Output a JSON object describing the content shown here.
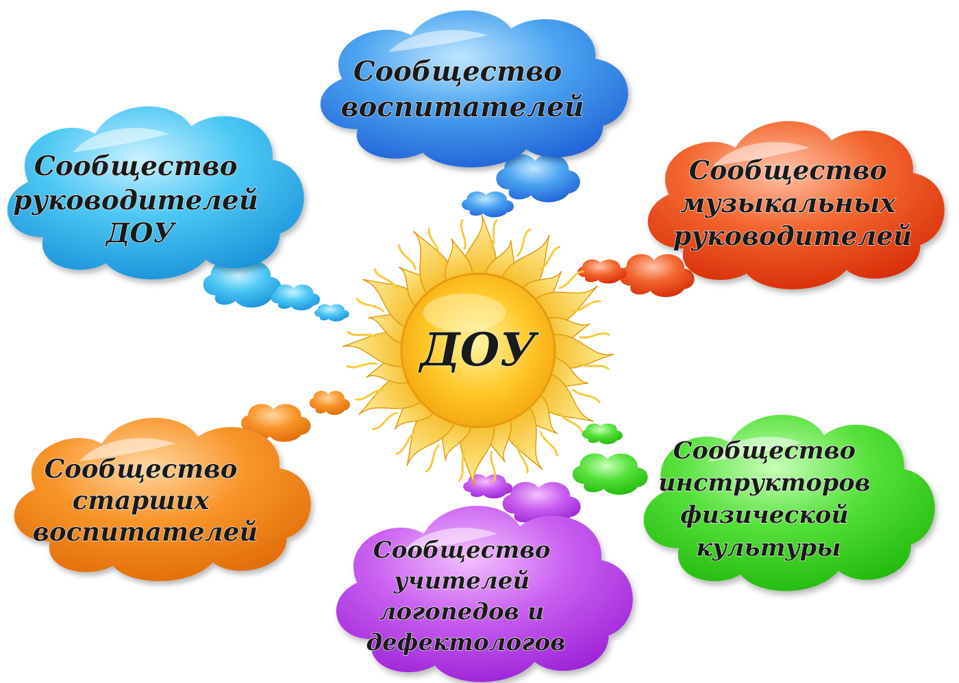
{
  "center": {
    "label": "ДОУ"
  },
  "clouds": [
    {
      "id": "teachers",
      "lines": [
        "Сообщество",
        "воспитателей"
      ],
      "color": "blue"
    },
    {
      "id": "heads",
      "lines": [
        "Сообщество",
        "руководителей",
        "ДОУ"
      ],
      "color": "cyan"
    },
    {
      "id": "music",
      "lines": [
        "Сообщество",
        "музыкальных",
        "руководителей"
      ],
      "color": "red"
    },
    {
      "id": "senior",
      "lines": [
        "Сообщество",
        "старших",
        "воспитателей"
      ],
      "color": "orange"
    },
    {
      "id": "speech",
      "lines": [
        "Сообщество",
        "учителей",
        "логопедов и",
        "дефектологов"
      ],
      "color": "purple"
    },
    {
      "id": "pe",
      "lines": [
        "Сообщество",
        "инструкторов",
        "физической",
        "культуры"
      ],
      "color": "green"
    }
  ],
  "palette": {
    "blue": {
      "light": "#bfe6ff",
      "mid": "#4aa3f0",
      "dark": "#1f5fd6"
    },
    "cyan": {
      "light": "#c9f1ff",
      "mid": "#4cc7f4",
      "dark": "#1a8fd8"
    },
    "red": {
      "light": "#ffc3a8",
      "mid": "#f3652e",
      "dark": "#d62a06"
    },
    "orange": {
      "light": "#ffd6a0",
      "mid": "#f8952a",
      "dark": "#e06a05"
    },
    "purple": {
      "light": "#f3c0ff",
      "mid": "#c95ff0",
      "dark": "#9a1fd6"
    },
    "green": {
      "light": "#c8ffb8",
      "mid": "#55e03a",
      "dark": "#1fb80a"
    },
    "sun": {
      "light": "#fff3a0",
      "mid": "#ffc82a",
      "dark": "#f2a20a",
      "ray": "#f7c93a",
      "rayEdge": "#e09a0c"
    }
  }
}
